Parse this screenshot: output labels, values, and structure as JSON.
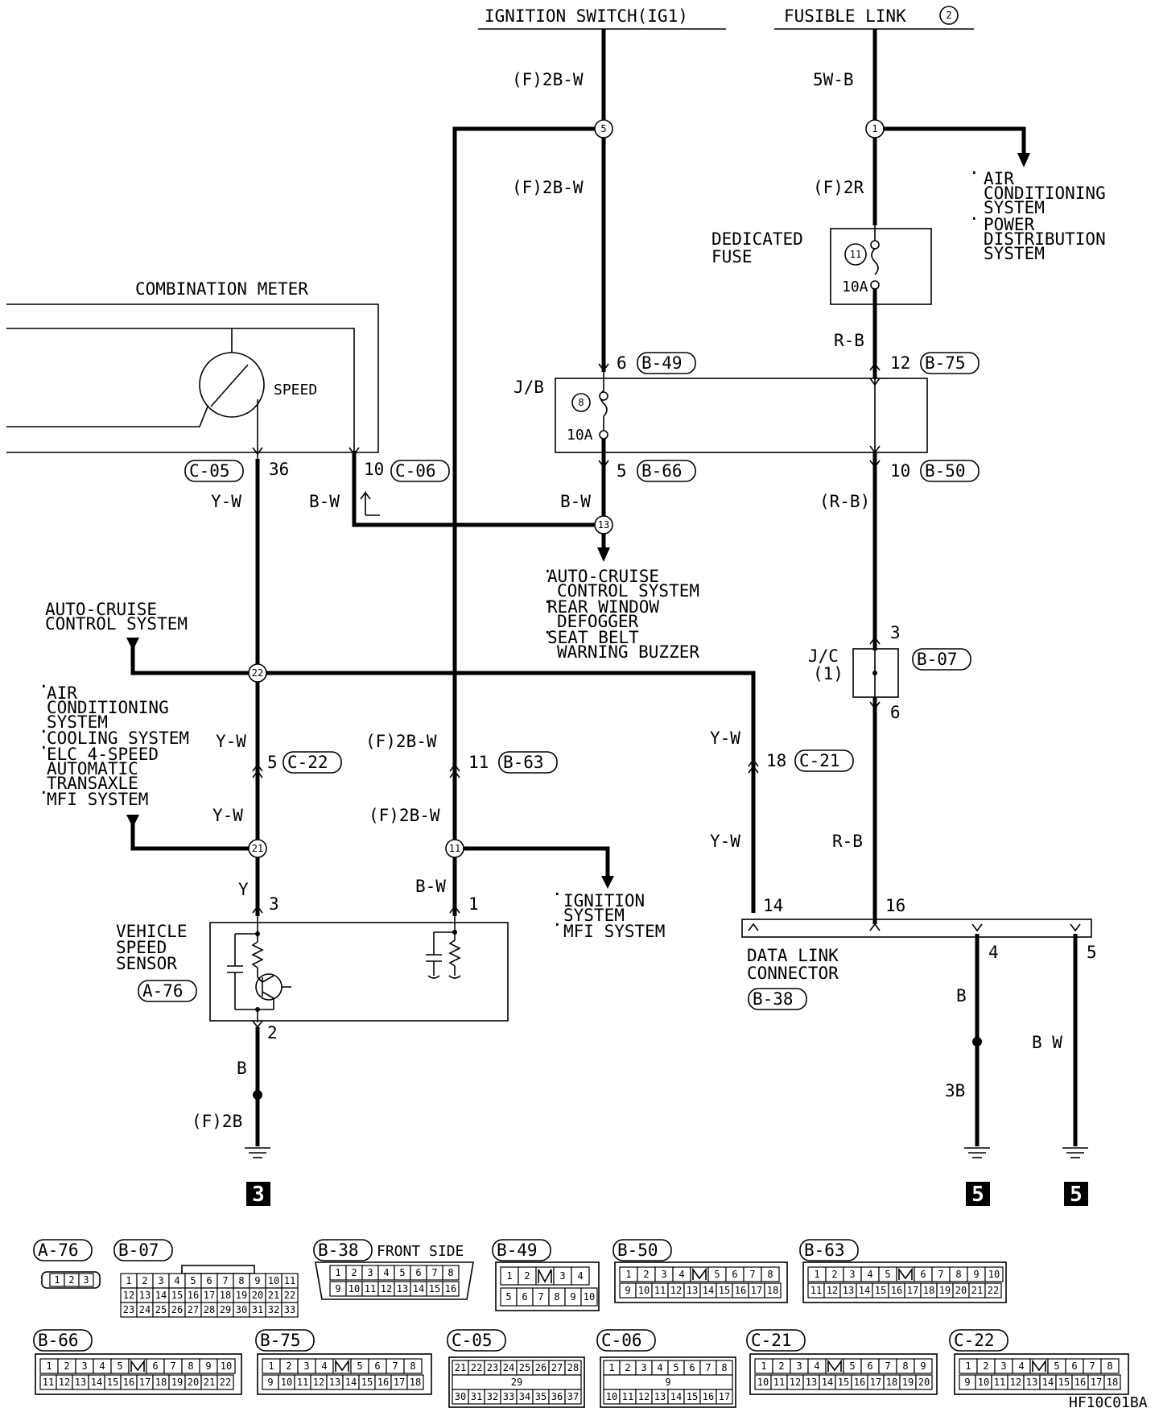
{
  "header": {
    "ignition_switch": "IGNITION SWITCH(IG1)",
    "fusible_link": "FUSIBLE LINK",
    "fusible_link_num": "2"
  },
  "wires": {
    "ign_top": "(F)2B-W",
    "ign_mid": "(F)2B-W",
    "fl_top": "5W-B",
    "fl_mid": "(F)2R",
    "jb_out": "R-B",
    "jb_bw": "B-W",
    "rb_paren": "(R-B)",
    "yw_meter": "Y-W",
    "bw_meter": "B-W",
    "yw_c22_top": "Y-W",
    "yw_c22_bot": "Y-W",
    "fbw_b63_top": "(F)2B-W",
    "fbw_b63_bot": "(F)2B-W",
    "yw_c21_top": "Y-W",
    "yw_c21_bot": "Y-W",
    "rb_low": "R-B",
    "y_sensor": "Y",
    "bw_sensor": "B-W",
    "b_sensor": "B",
    "f2b_ground": "(F)2B",
    "b_dlc4": "B",
    "b3_dlc4": "3B",
    "bw_dlc5": "B W"
  },
  "nodes": {
    "n5": "5",
    "n1": "1",
    "n13": "13",
    "n22": "22",
    "n21": "21",
    "n11": "11",
    "fuse_num": "11",
    "jb_fuse_num": "8"
  },
  "components": {
    "dedicated_fuse_1": "DEDICATED",
    "dedicated_fuse_2": "FUSE",
    "fuse_amp": "10A",
    "jb": "J/B",
    "jb_amp": "10A",
    "combination_meter": "COMBINATION METER",
    "speed": "SPEED",
    "jc_1": "J/C",
    "jc_2": "(1)",
    "vss_1": "VEHICLE",
    "vss_2": "SPEED",
    "vss_3": "SENSOR",
    "dlc_1": "DATA LINK",
    "dlc_2": "CONNECTOR"
  },
  "pins": {
    "b49": "6",
    "b75": "12",
    "b66": "5",
    "b50": "10",
    "c05": "36",
    "c06": "10",
    "jc_top": "3",
    "jc_bot": "6",
    "c22": "5",
    "b63": "11",
    "c21": "18",
    "vss_3": "3",
    "vss_1": "1",
    "vss_2": "2",
    "dlc_14": "14",
    "dlc_16": "16",
    "dlc_4": "4",
    "dlc_5": "5"
  },
  "tags": {
    "b49": "B-49",
    "b75": "B-75",
    "b66": "B-66",
    "b50": "B-50",
    "c05": "C-05",
    "c06": "C-06",
    "b07": "B-07",
    "c22": "C-22",
    "b63": "B-63",
    "c21": "C-21",
    "a76": "A-76",
    "b38": "B-38"
  },
  "systems": {
    "ac_1": "AIR",
    "ac_2": "CONDITIONING",
    "ac_3": "SYSTEM",
    "pd_1": "POWER",
    "pd_2": "DISTRIBUTION",
    "pd_3": "SYSTEM",
    "acc_1": "AUTO-CRUISE",
    "acc_2": "CONTROL SYSTEM",
    "rwd_1": "REAR WINDOW",
    "rwd_2": "DEFOGGER",
    "sbw_1": "SEAT BELT",
    "sbw_2": "WARNING BUZZER",
    "acc_left_1": "AUTO-CRUISE",
    "acc_left_2": "CONTROL SYSTEM",
    "l_ac_1": "AIR",
    "l_ac_2": "CONDITIONING",
    "l_ac_3": "SYSTEM",
    "l_cool": "COOLING SYSTEM",
    "l_elc_1": "ELC 4-SPEED",
    "l_elc_2": "AUTOMATIC",
    "l_elc_3": "TRANSAXLE",
    "l_mfi": "MFI SYSTEM",
    "ign_1": "IGNITION",
    "ign_2": "SYSTEM",
    "ign_mfi": "MFI SYSTEM"
  },
  "grounds": {
    "g3": "3",
    "g5a": "5",
    "g5b": "5"
  },
  "connectors": {
    "a76": "A-76",
    "b07": "B-07",
    "b38": "B-38",
    "b38_side": "FRONT SIDE",
    "b49": "B-49",
    "b50": "B-50",
    "b63": "B-63",
    "b66": "B-66",
    "b75": "B-75",
    "c05": "C-05",
    "c06": "C-06",
    "c21": "C-21",
    "c22": "C-22",
    "a76_pins": [
      "1",
      "2",
      "3"
    ],
    "b07_row1": [
      "1",
      "2",
      "3",
      "4",
      "5",
      "6",
      "7",
      "8",
      "9",
      "10",
      "11"
    ],
    "b07_row2": [
      "12",
      "13",
      "14",
      "15",
      "16",
      "17",
      "18",
      "19",
      "20",
      "21",
      "22"
    ],
    "b07_row3": [
      "23",
      "24",
      "25",
      "26",
      "27",
      "28",
      "29",
      "30",
      "31",
      "32",
      "33"
    ],
    "b38_row1": [
      "1",
      "2",
      "3",
      "4",
      "5",
      "6",
      "7",
      "8"
    ],
    "b38_row2": [
      "9",
      "10",
      "11",
      "12",
      "13",
      "14",
      "15",
      "16"
    ],
    "b49_row1": [
      "1",
      "2",
      "",
      "3",
      "4"
    ],
    "b49_row2": [
      "5",
      "6",
      "7",
      "8",
      "9",
      "10"
    ],
    "b50_row1": [
      "1",
      "2",
      "3",
      "4",
      "",
      "5",
      "6",
      "7",
      "8"
    ],
    "b50_row2": [
      "9",
      "10",
      "11",
      "12",
      "13",
      "14",
      "15",
      "16",
      "17",
      "18"
    ],
    "b63_row1": [
      "1",
      "2",
      "3",
      "4",
      "5",
      "",
      "6",
      "7",
      "8",
      "9",
      "10"
    ],
    "b63_row2": [
      "11",
      "12",
      "13",
      "14",
      "15",
      "16",
      "17",
      "18",
      "19",
      "20",
      "21",
      "22"
    ],
    "b66_row1": [
      "1",
      "2",
      "3",
      "4",
      "5",
      "",
      "6",
      "7",
      "8",
      "9",
      "10"
    ],
    "b66_row2": [
      "11",
      "12",
      "13",
      "14",
      "15",
      "16",
      "17",
      "18",
      "19",
      "20",
      "21",
      "22"
    ],
    "b75_row1": [
      "1",
      "2",
      "3",
      "4",
      "",
      "5",
      "6",
      "7",
      "8"
    ],
    "b75_row2": [
      "9",
      "10",
      "11",
      "12",
      "13",
      "14",
      "15",
      "16",
      "17",
      "18"
    ],
    "c05_row1": [
      "21",
      "22",
      "23",
      "24",
      "25",
      "26",
      "27",
      "28"
    ],
    "c05_mid": "29",
    "c05_row3": [
      "30",
      "31",
      "32",
      "33",
      "34",
      "35",
      "36",
      "37"
    ],
    "c06_row1": [
      "1",
      "2",
      "3",
      "4",
      "5",
      "6",
      "7",
      "8"
    ],
    "c06_mid": "9",
    "c06_row3": [
      "10",
      "11",
      "12",
      "13",
      "14",
      "15",
      "16",
      "17"
    ],
    "c21_row1": [
      "1",
      "2",
      "3",
      "4",
      "",
      "5",
      "6",
      "7",
      "8",
      "9"
    ],
    "c21_row2": [
      "10",
      "11",
      "12",
      "13",
      "14",
      "15",
      "16",
      "17",
      "18",
      "19",
      "20"
    ],
    "c22_row1": [
      "1",
      "2",
      "3",
      "4",
      "",
      "5",
      "6",
      "7",
      "8"
    ],
    "c22_row2": [
      "9",
      "10",
      "11",
      "12",
      "13",
      "14",
      "15",
      "16",
      "17",
      "18"
    ]
  },
  "footer": {
    "code": "HF10C01BA"
  }
}
